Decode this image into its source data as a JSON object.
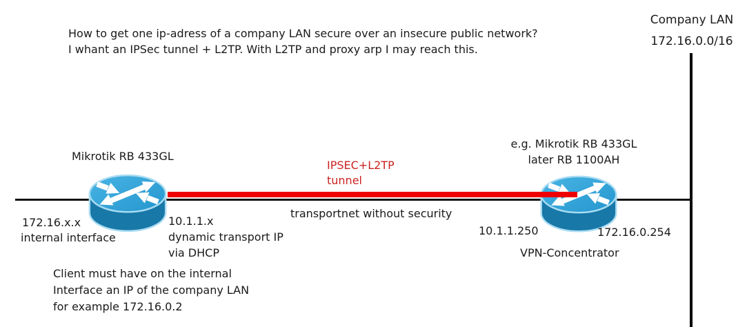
{
  "heading": {
    "line1": "How to get one ip-adress of a company LAN secure over an insecure public network?",
    "line2": "I whant an IPSec tunnel + L2TP. With L2TP and proxy arp I may reach this."
  },
  "company_lan": {
    "name": "Company LAN",
    "subnet": "172.16.0.0/16"
  },
  "client_router": {
    "model": "Mikrotik RB 433GL",
    "lan_ip": "172.16.x.x",
    "lan_caption": "internal interface",
    "wan_ip": "10.1.1.x",
    "wan_caption_line1": "dynamic transport IP",
    "wan_caption_line2": "via DHCP"
  },
  "vpn_router": {
    "model_line1": "e.g. Mikrotik RB 433GL",
    "model_line2": "later RB 1100AH",
    "wan_ip": "10.1.1.250",
    "lan_ip": "172.16.0.254",
    "role": "VPN-Concentrator"
  },
  "tunnel": {
    "label_line1": "IPSEC+L2TP",
    "label_line2": "tunnel"
  },
  "transport": {
    "caption": "transportnet without security"
  },
  "client_note": {
    "line1": "Client must have on the internal",
    "line2": "Interface an IP of the company LAN",
    "line3": "for example 172.16.0.2"
  },
  "colors": {
    "tunnel_line": "#ee0000",
    "tunnel_text": "#cc2222",
    "wire": "#111111",
    "lan_line": "#000000",
    "router_top": "#2aa0d8",
    "router_side": "#1878a8",
    "router_halo": "#a9dcf2",
    "text": "#1a1a1a"
  }
}
